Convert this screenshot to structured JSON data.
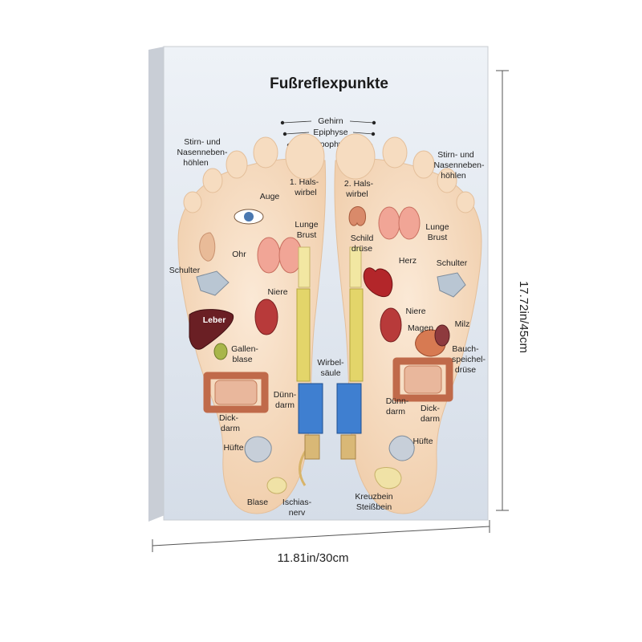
{
  "poster": {
    "title": "Fußreflexpunkte",
    "background_color": "#dde4ee",
    "skin_color": "#f6dcc0"
  },
  "head_points": [
    "Gehirn",
    "Epiphyse",
    "Hypophyse"
  ],
  "left_foot": {
    "sinus": [
      "Stirn- und",
      "Nasenneben-",
      "höhlen"
    ],
    "neck": [
      "1. Hals-",
      "wirbel"
    ],
    "eye": "Auge",
    "ear": "Ohr",
    "lung": [
      "Lunge",
      "Brust"
    ],
    "shoulder": "Schulter",
    "kidney": "Niere",
    "liver": "Leber",
    "gallbladder": [
      "Gallen-",
      "blase"
    ],
    "small_intestine": [
      "Dünn-",
      "darm"
    ],
    "large_intestine": [
      "Dick-",
      "darm"
    ],
    "hip": "Hüfte",
    "bladder": "Blase",
    "sciatic": [
      "Ischias-",
      "nerv"
    ]
  },
  "right_foot": {
    "sinus": [
      "Stirn- und",
      "Nasenneben-",
      "höhlen"
    ],
    "neck": [
      "2. Hals-",
      "wirbel"
    ],
    "thyroid": [
      "Schild",
      "drüse"
    ],
    "lung": [
      "Lunge",
      "Brust"
    ],
    "heart": "Herz",
    "shoulder": "Schulter",
    "kidney": "Niere",
    "stomach": "Magen",
    "spleen": "Milz",
    "pancreas": [
      "Bauch-",
      "speichel-",
      "drüse"
    ],
    "small_intestine": [
      "Dünn-",
      "darm"
    ],
    "large_intestine": [
      "Dick-",
      "darm"
    ],
    "hip": "Hüfte",
    "sacrum": [
      "Kreuzbein",
      "Steißbein"
    ]
  },
  "spine": [
    "Wirbel-",
    "säule"
  ],
  "dimensions": {
    "width": "11.81in/30cm",
    "height": "17.72in/45cm"
  }
}
